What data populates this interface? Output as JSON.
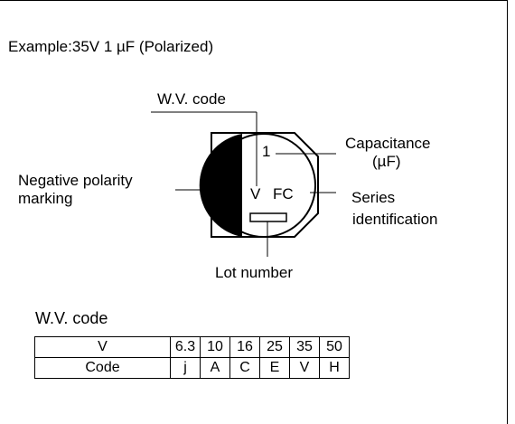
{
  "example": "Example:35V 1 µF (Polarized)",
  "labels": {
    "wv_code": "W.V. code",
    "capacitance_line1": "Capacitance",
    "capacitance_line2": "(µF)",
    "negative_line1": "Negative polarity",
    "negative_line2": "marking",
    "series_line1": "Series",
    "series_line2": "identification",
    "lot_number": "Lot number"
  },
  "component_marks": {
    "capacitance_value": "1",
    "voltage_code": "V",
    "series_code": "FC"
  },
  "table": {
    "title": "W.V. code",
    "row_headers": [
      "V",
      "Code"
    ],
    "voltages": [
      "6.3",
      "10",
      "16",
      "25",
      "35",
      "50"
    ],
    "codes": [
      "j",
      "A",
      "C",
      "E",
      "V",
      "H"
    ]
  }
}
